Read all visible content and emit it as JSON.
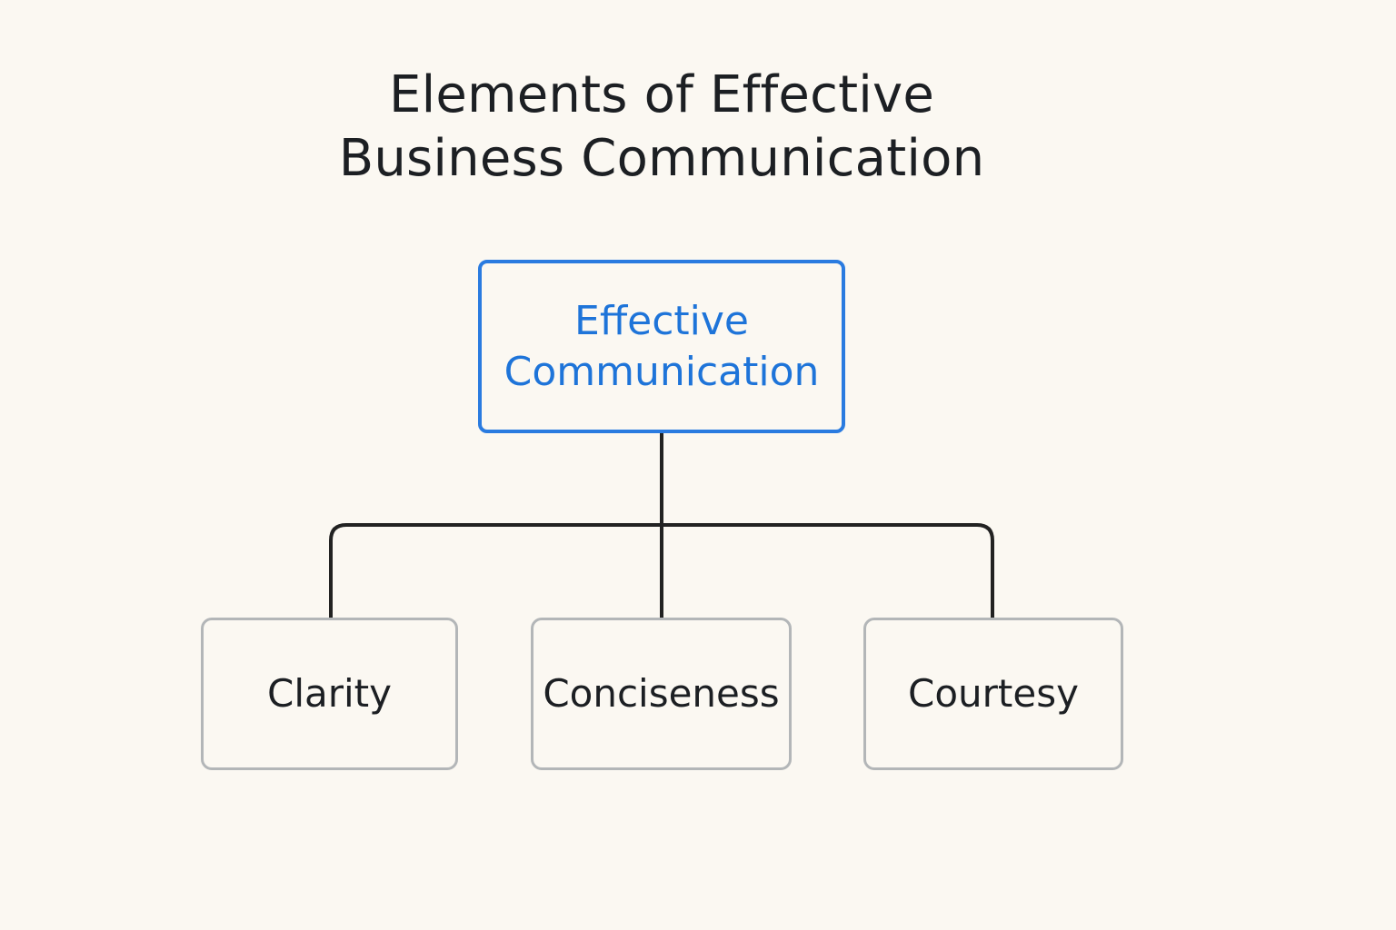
{
  "title": {
    "line1": "Elements of Effective",
    "line2": "Business Communication"
  },
  "root": {
    "line1": "Effective",
    "line2": "Communication"
  },
  "children": [
    {
      "label": "Clarity"
    },
    {
      "label": "Conciseness"
    },
    {
      "label": "Courtesy"
    }
  ],
  "colors": {
    "background": "#fbf8f2",
    "root_accent": "#2a7be0",
    "child_border": "#b3b6b8",
    "connector": "#222222",
    "text": "#1c1f23"
  }
}
